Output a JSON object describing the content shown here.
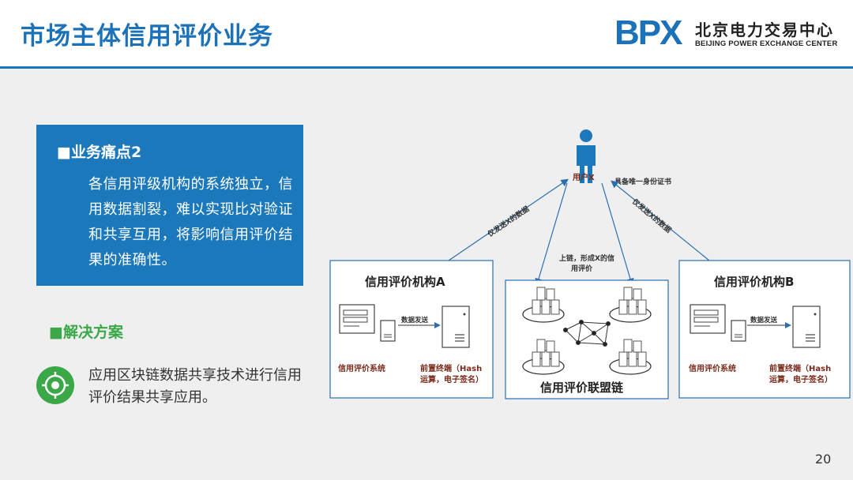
{
  "header": {
    "title": "市场主体信用评价业务",
    "logo_mark": "BPX",
    "logo_cn": "北京电力交易中心",
    "logo_en": "BEIJING POWER EXCHANGE CENTER"
  },
  "pain": {
    "title": "■业务痛点2",
    "text": "各信用评级机构的系统独立，信用数据割裂，难以实现比对验证和共享互用，将影响信用评价结果的准确性。"
  },
  "solution": {
    "title": "■解决方案",
    "icon": "target-eye-icon",
    "text": "应用区块链数据共享技术进行信用评价结果共享应用。"
  },
  "diagram": {
    "user_label": "用户X",
    "cert_label": "具备唯一身份证书",
    "left_arrow_label": "仅发送X的数据",
    "right_arrow_label": "仅发送X的数据",
    "chain_note_line1": "上链，形成X的信",
    "chain_note_line2": "用评价",
    "org_a": {
      "title": "信用评价机构A",
      "send_label": "数据发送",
      "system_label": "信用评价系统",
      "terminal_line1": "前置终端（Hash",
      "terminal_line2": "运算，电子签名）"
    },
    "org_b": {
      "title": "信用评价机构B",
      "send_label": "数据发送",
      "system_label": "信用评价系统",
      "terminal_line1": "前置终端（Hash",
      "terminal_line2": "运算，电子签名）"
    },
    "chain_title": "信用评价联盟链"
  },
  "colors": {
    "brand_blue": "#1b72b8",
    "green": "#3aa847",
    "dark_red": "#7a2a1a"
  },
  "page_number": "20"
}
